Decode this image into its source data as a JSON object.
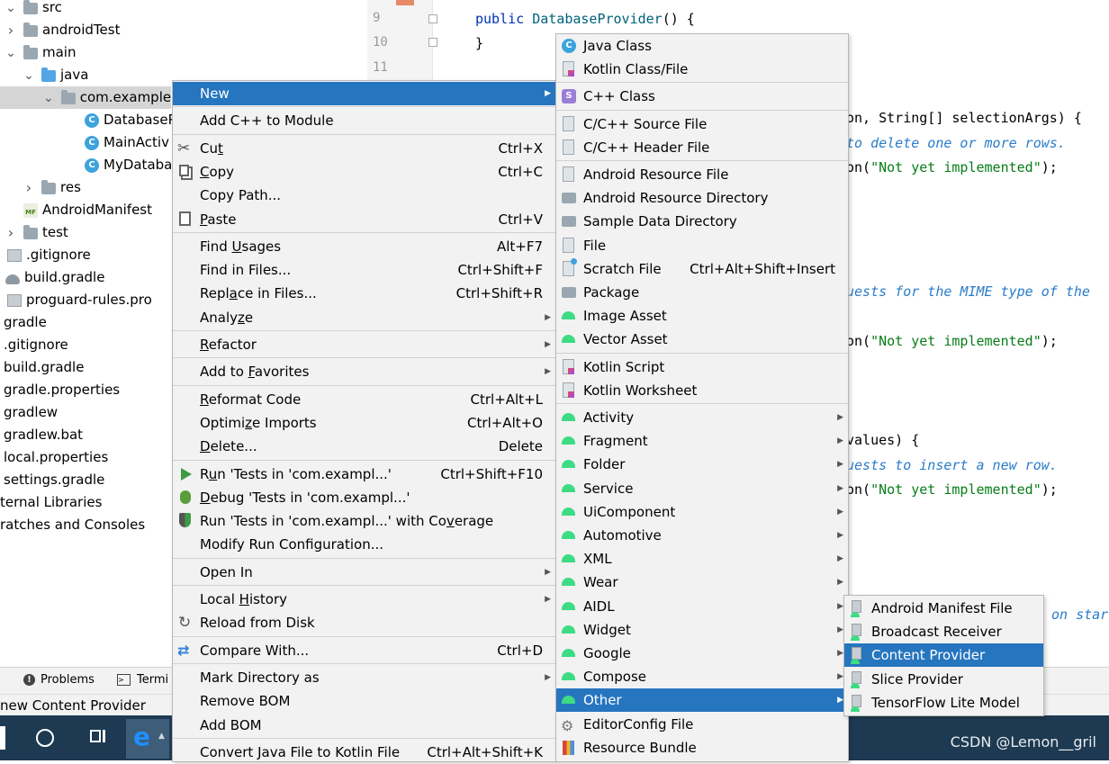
{
  "colors": {
    "highlight": "#2675bf",
    "menu_bg": "#f2f2f2",
    "android_green": "#3ddc84",
    "taskbar": "#1d3a52"
  },
  "tree": [
    {
      "label": "src",
      "indent": 0,
      "chev": "down",
      "icon": "folder"
    },
    {
      "label": "androidTest",
      "indent": 1,
      "chev": "right",
      "icon": "folder"
    },
    {
      "label": "main",
      "indent": 1,
      "chev": "down",
      "icon": "folder"
    },
    {
      "label": "java",
      "indent": 2,
      "chev": "down",
      "icon": "folder-blue"
    },
    {
      "label": "com.example",
      "indent": 3,
      "chev": "down",
      "icon": "package",
      "selected": true
    },
    {
      "label": "DatabaseP",
      "indent": 4,
      "chev": "none",
      "icon": "class"
    },
    {
      "label": "MainActiv",
      "indent": 4,
      "chev": "none",
      "icon": "class"
    },
    {
      "label": "MyDataba",
      "indent": 4,
      "chev": "none",
      "icon": "class"
    },
    {
      "label": "res",
      "indent": 2,
      "chev": "right",
      "icon": "folder"
    },
    {
      "label": "AndroidManifest",
      "indent": 2,
      "chev": "none",
      "icon": "manifest"
    },
    {
      "label": "test",
      "indent": 1,
      "chev": "right",
      "icon": "folder"
    },
    {
      "label": ".gitignore",
      "indent": 0,
      "chev": "none",
      "icon": "file"
    },
    {
      "label": "build.gradle",
      "indent": 0,
      "chev": "none",
      "icon": "gradle"
    },
    {
      "label": "proguard-rules.pro",
      "indent": 0,
      "chev": "none",
      "icon": "file"
    },
    {
      "label": "gradle",
      "indent": -1,
      "chev": "none",
      "icon": "none"
    },
    {
      "label": ".gitignore",
      "indent": -1,
      "chev": "none",
      "icon": "none"
    },
    {
      "label": "build.gradle",
      "indent": -1,
      "chev": "none",
      "icon": "none"
    },
    {
      "label": "gradle.properties",
      "indent": -1,
      "chev": "none",
      "icon": "none"
    },
    {
      "label": "gradlew",
      "indent": -1,
      "chev": "none",
      "icon": "none"
    },
    {
      "label": "gradlew.bat",
      "indent": -1,
      "chev": "none",
      "icon": "none"
    },
    {
      "label": "local.properties",
      "indent": -1,
      "chev": "none",
      "icon": "none"
    },
    {
      "label": "settings.gradle",
      "indent": -1,
      "chev": "none",
      "icon": "none"
    },
    {
      "label": "ternal Libraries",
      "indent": -2,
      "chev": "none",
      "icon": "none"
    },
    {
      "label": "ratches and Consoles",
      "indent": -2,
      "chev": "none",
      "icon": "none"
    }
  ],
  "code": {
    "line_numbers": [
      "9",
      "10",
      "11"
    ],
    "constructor": {
      "kw": "public ",
      "fn": "DatabaseProvider",
      "rest": "() {"
    },
    "close_brace": "}",
    "lines": [
      {
        "text": "on, String[] selectionArgs) {",
        "cls": ""
      },
      {
        "text": "to delete one or more rows.",
        "cls": "cm"
      },
      {
        "pre": "on(",
        "str": "\"Not yet implemented\"",
        "post": ");"
      },
      {
        "text": "uests for the MIME type of the",
        "cls": "cm"
      },
      {
        "pre": "on(",
        "str": "\"Not yet implemented\"",
        "post": ");"
      },
      {
        "text": "values) {",
        "cls": ""
      },
      {
        "text": "uests to insert a new row.",
        "cls": "cm"
      },
      {
        "pre": "on(",
        "str": "\"Not yet implemented\"",
        "post": ");"
      },
      {
        "text": "on star",
        "cls": "cm"
      }
    ]
  },
  "toolwindow": {
    "problems": "Problems",
    "terminal": "Termi"
  },
  "status": "new Content Provider",
  "watermark": "CSDN @Lemon__gril",
  "context_menu": [
    {
      "label": "New",
      "arrow": true,
      "hl": true
    },
    {
      "sep": true
    },
    {
      "label": "Add C++ to Module"
    },
    {
      "sep": true
    },
    {
      "label": "Cut",
      "u": "t",
      "sc": "Ctrl+X",
      "icon": "scissors-icon"
    },
    {
      "label": "Copy",
      "u": "C",
      "sc": "Ctrl+C",
      "icon": "copy-icon"
    },
    {
      "label": "Copy Path..."
    },
    {
      "label": "Paste",
      "u": "P",
      "sc": "Ctrl+V",
      "icon": "paste-icon"
    },
    {
      "sep": true
    },
    {
      "label": "Find Usages",
      "u": "U",
      "sc": "Alt+F7"
    },
    {
      "label": "Find in Files...",
      "sc": "Ctrl+Shift+F"
    },
    {
      "label": "Replace in Files...",
      "u": "a",
      "sc": "Ctrl+Shift+R"
    },
    {
      "label": "Analyze",
      "u": "z",
      "arrow": true
    },
    {
      "sep": true
    },
    {
      "label": "Refactor",
      "u": "R",
      "arrow": true
    },
    {
      "sep": true
    },
    {
      "label": "Add to Favorites",
      "u": "F",
      "arrow": true
    },
    {
      "sep": true
    },
    {
      "label": "Reformat Code",
      "u": "R",
      "sc": "Ctrl+Alt+L"
    },
    {
      "label": "Optimize Imports",
      "u": "z",
      "sc": "Ctrl+Alt+O"
    },
    {
      "label": "Delete...",
      "u": "D",
      "sc": "Delete"
    },
    {
      "sep": true
    },
    {
      "label": "Run 'Tests in 'com.exampl...'",
      "u": "u",
      "sc": "Ctrl+Shift+F10",
      "icon": "run-icon"
    },
    {
      "label": "Debug 'Tests in 'com.exampl...'",
      "u": "D",
      "icon": "debug-icon"
    },
    {
      "label": "Run 'Tests in 'com.exampl...' with Coverage",
      "u": "v",
      "icon": "coverage-icon"
    },
    {
      "label": "Modify Run Configuration..."
    },
    {
      "sep": true
    },
    {
      "label": "Open In",
      "arrow": true
    },
    {
      "sep": true
    },
    {
      "label": "Local History",
      "u": "H",
      "arrow": true
    },
    {
      "label": "Reload from Disk",
      "icon": "reload-icon"
    },
    {
      "sep": true
    },
    {
      "label": "Compare With...",
      "sc": "Ctrl+D",
      "icon": "compare-icon"
    },
    {
      "sep": true
    },
    {
      "label": "Mark Directory as",
      "arrow": true
    },
    {
      "label": "Remove BOM"
    },
    {
      "label": "Add BOM"
    },
    {
      "sep": true
    },
    {
      "label": "Convert Java File to Kotlin File",
      "sc": "Ctrl+Alt+Shift+K"
    }
  ],
  "new_menu": [
    {
      "label": "Java Class",
      "icon": "java-class-icon"
    },
    {
      "label": "Kotlin Class/File",
      "icon": "kotlin-file-icon"
    },
    {
      "sep": true
    },
    {
      "label": "C++ Class",
      "icon": "cpp-class-icon"
    },
    {
      "sep": true
    },
    {
      "label": "C/C++ Source File",
      "icon": "cpp-source-icon"
    },
    {
      "label": "C/C++ Header File",
      "icon": "cpp-header-icon"
    },
    {
      "sep": true
    },
    {
      "label": "Android Resource File",
      "icon": "resource-file-icon"
    },
    {
      "label": "Android Resource Directory",
      "icon": "folder-icon"
    },
    {
      "label": "Sample Data Directory",
      "icon": "folder-icon"
    },
    {
      "label": "File",
      "icon": "file-icon"
    },
    {
      "label": "Scratch File",
      "sc": "Ctrl+Alt+Shift+Insert",
      "icon": "scratch-icon"
    },
    {
      "label": "Package",
      "icon": "package-icon"
    },
    {
      "label": "Image Asset",
      "icon": "android-icon"
    },
    {
      "label": "Vector Asset",
      "icon": "android-icon"
    },
    {
      "sep": true
    },
    {
      "label": "Kotlin Script",
      "icon": "kotlin-file-icon"
    },
    {
      "label": "Kotlin Worksheet",
      "icon": "kotlin-file-icon"
    },
    {
      "sep": true
    },
    {
      "label": "Activity",
      "arrow": true,
      "icon": "android-icon"
    },
    {
      "label": "Fragment",
      "arrow": true,
      "icon": "android-icon"
    },
    {
      "label": "Folder",
      "arrow": true,
      "icon": "android-icon"
    },
    {
      "label": "Service",
      "arrow": true,
      "icon": "android-icon"
    },
    {
      "label": "UiComponent",
      "arrow": true,
      "icon": "android-icon"
    },
    {
      "label": "Automotive",
      "arrow": true,
      "icon": "android-icon"
    },
    {
      "label": "XML",
      "arrow": true,
      "icon": "android-icon"
    },
    {
      "label": "Wear",
      "arrow": true,
      "icon": "android-icon"
    },
    {
      "label": "AIDL",
      "arrow": true,
      "icon": "android-icon"
    },
    {
      "label": "Widget",
      "arrow": true,
      "icon": "android-icon"
    },
    {
      "label": "Google",
      "arrow": true,
      "icon": "android-icon"
    },
    {
      "label": "Compose",
      "arrow": true,
      "icon": "android-icon"
    },
    {
      "label": "Other",
      "arrow": true,
      "icon": "android-icon",
      "hl": true
    },
    {
      "label": "EditorConfig File",
      "icon": "gear-icon"
    },
    {
      "label": "Resource Bundle",
      "icon": "bundle-icon"
    }
  ],
  "other_menu": [
    {
      "label": "Android Manifest File",
      "icon": "android-file-icon"
    },
    {
      "label": "Broadcast Receiver",
      "icon": "android-file-icon"
    },
    {
      "label": "Content Provider",
      "icon": "android-file-icon",
      "hl": true
    },
    {
      "label": "Slice Provider",
      "icon": "android-file-icon"
    },
    {
      "label": "TensorFlow Lite Model",
      "icon": "android-file-icon"
    }
  ]
}
